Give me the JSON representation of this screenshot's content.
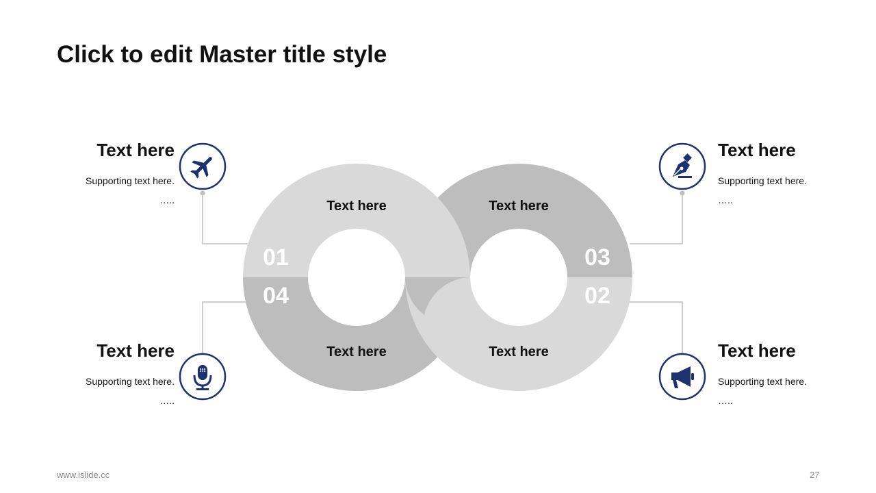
{
  "title": "Click to edit Master title style",
  "footer": {
    "url": "www.islide.cc",
    "page": "27"
  },
  "ring_labels": {
    "top_left": "Text here",
    "top_right": "Text here",
    "bottom_left": "Text here",
    "bottom_right": "Text here"
  },
  "numbers": {
    "n01": "01",
    "n02": "02",
    "n03": "03",
    "n04": "04"
  },
  "items": [
    {
      "id": "top-left",
      "heading": "Text here",
      "body": "Supporting text here.",
      "dots": "…..",
      "icon": "airplane-icon"
    },
    {
      "id": "top-right",
      "heading": "Text here",
      "body": "Supporting text here.",
      "dots": "…..",
      "icon": "pen-nib-icon"
    },
    {
      "id": "bottom-left",
      "heading": "Text here",
      "body": "Supporting text here.",
      "dots": "…..",
      "icon": "microphone-icon"
    },
    {
      "id": "bottom-right",
      "heading": "Text here",
      "body": "Supporting text here.",
      "dots": "…..",
      "icon": "megaphone-icon"
    }
  ],
  "colors": {
    "light_gray": "#d9d9d9",
    "dark_gray": "#bfbfbf",
    "navy": "#1f3270",
    "connector": "#bfbfbf"
  }
}
